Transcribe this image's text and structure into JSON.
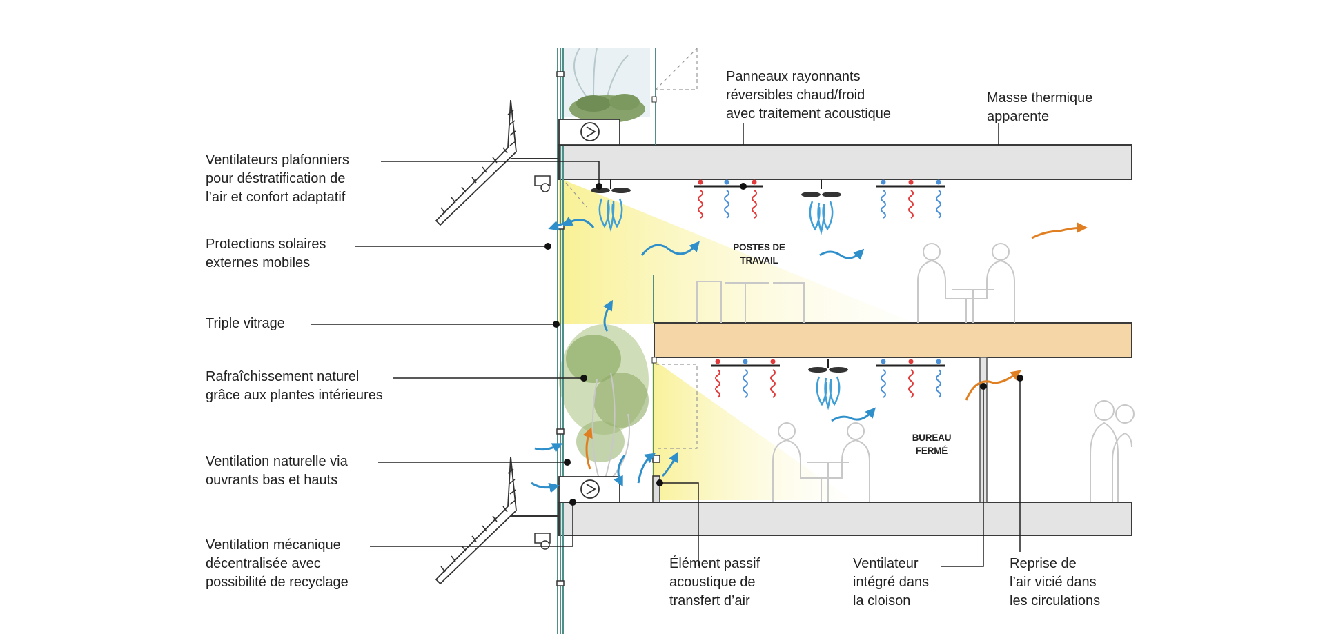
{
  "labels": {
    "panneaux": [
      "Panneaux rayonnants",
      "réversibles chaud/froid",
      "avec traitement acoustique"
    ],
    "masse": [
      "Masse thermique",
      "apparente"
    ],
    "ventilateurs_plafonniers": [
      "Ventilateurs plafonniers",
      "pour déstratification de",
      "l’air et confort adaptatif"
    ],
    "protections": [
      "Protections solaires",
      "externes mobiles"
    ],
    "triple": [
      "Triple vitrage"
    ],
    "rafraichissement": [
      "Rafraîchissement naturel",
      "grâce aux plantes intérieures"
    ],
    "ventilation_naturelle": [
      "Ventilation naturelle via",
      "ouvrants bas et hauts"
    ],
    "ventilation_mecanique": [
      "Ventilation mécanique",
      "décentralisée avec",
      "possibilité de recyclage"
    ],
    "element_passif": [
      "Élément passif",
      "acoustique de",
      "transfert d’air"
    ],
    "ventilateur_integre": [
      "Ventilateur",
      "intégré dans",
      "la cloison"
    ],
    "reprise": [
      "Reprise de",
      "l’air vicié dans",
      "les circulations"
    ]
  },
  "zones": {
    "postes": [
      "POSTES DE",
      "TRAVAIL"
    ],
    "bureau": [
      "BUREAU",
      "FERMÉ"
    ]
  },
  "colors": {
    "slab": "#e4e4e4",
    "slab_stroke": "#3a3a3a",
    "timber": "#f5d6a6",
    "light": "#fbf6b8",
    "glass": "#5a9a92",
    "cool_air": "#3f9fd6",
    "warm_air": "#e68a2e",
    "hot_coil": "#e03a3a",
    "cold_coil": "#4a90d9",
    "silhouette": "#bdbdbd",
    "foliage": "#7a9a5a"
  }
}
